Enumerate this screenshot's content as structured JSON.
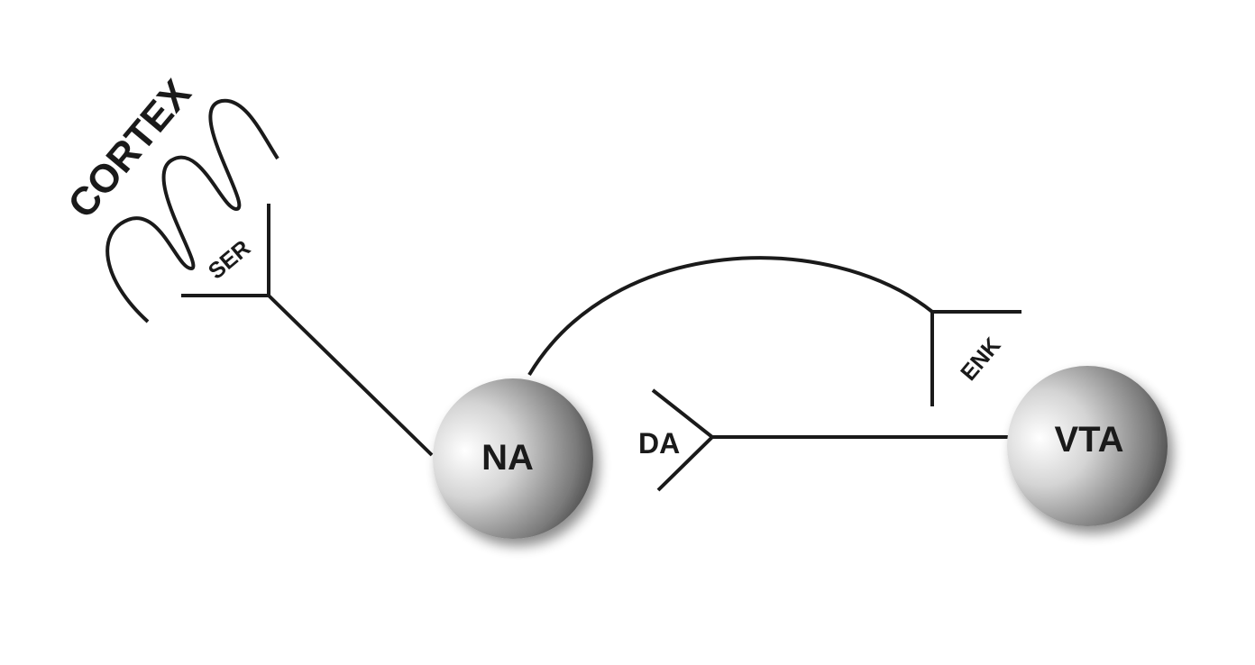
{
  "regions": {
    "cortex": "CORTEX",
    "nucleus_accumbens": "NA",
    "ventral_tegmental_area": "VTA"
  },
  "pathways": {
    "serotonin": "SER",
    "enkephalin": "ENK",
    "dopamine": "DA"
  }
}
